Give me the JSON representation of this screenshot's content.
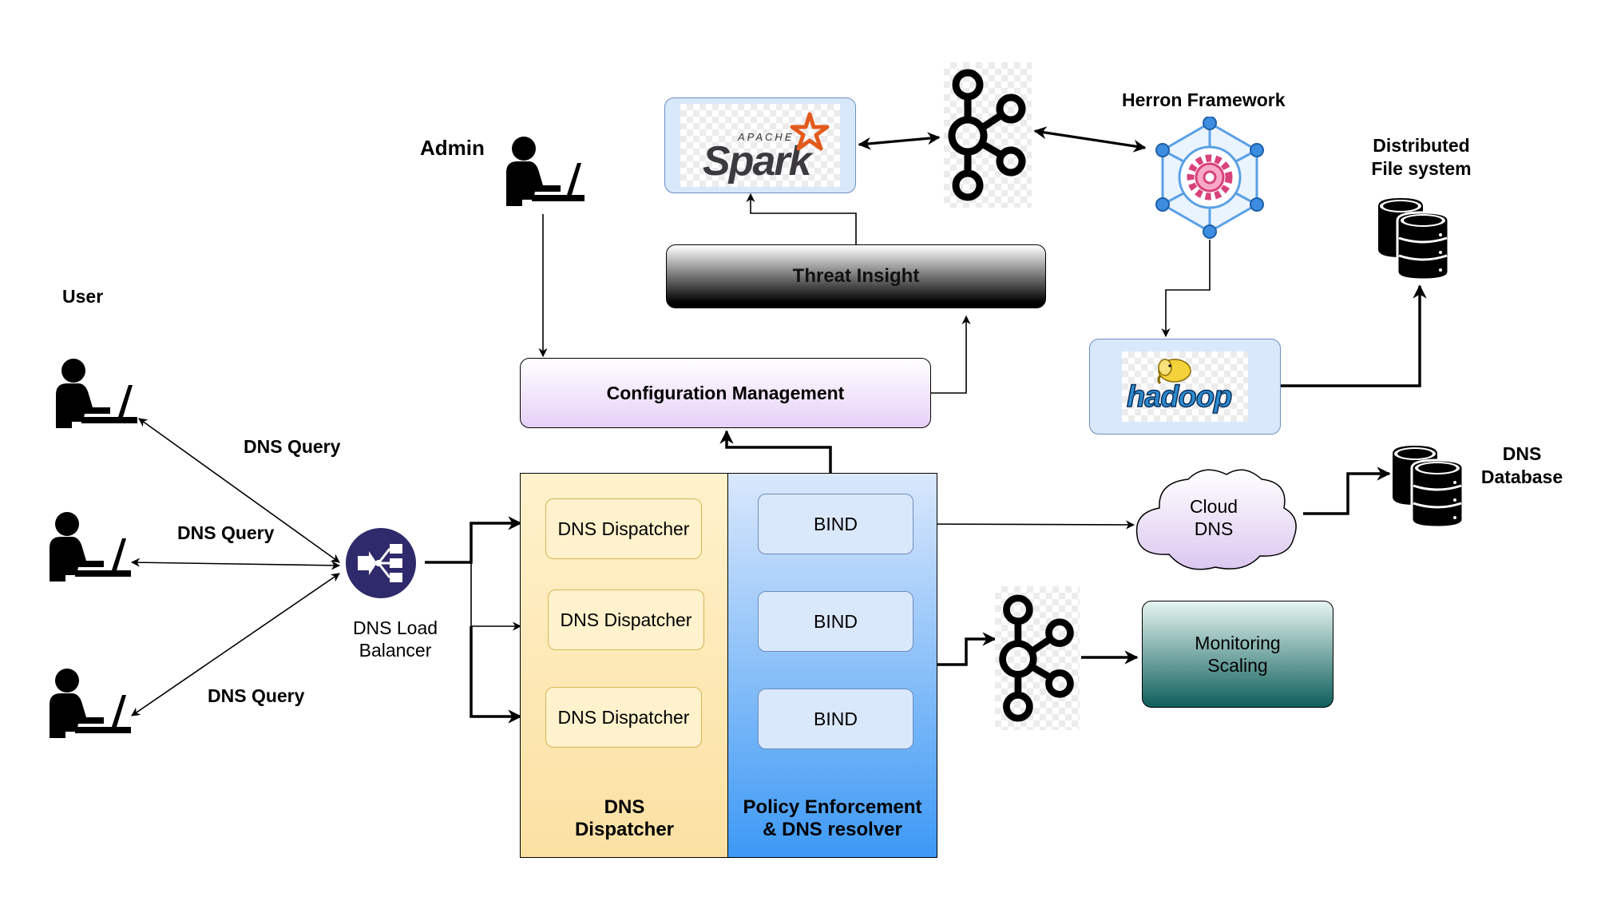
{
  "labels": {
    "user": "User",
    "admin": "Admin",
    "dns_query_1": "DNS Query",
    "dns_query_2": "DNS Query",
    "dns_query_3": "DNS Query",
    "load_balancer_line1": "DNS Load",
    "load_balancer_line2": "Balancer",
    "herron": "Herron Framework",
    "dfs_line1": "Distributed",
    "dfs_line2": "File system",
    "dns_db_line1": "DNS",
    "dns_db_line2": "Database"
  },
  "boxes": {
    "config": "Configuration Management",
    "threat": "Threat Insight",
    "cloud_line1": "Cloud",
    "cloud_line2": "DNS",
    "monitoring_line1": "Monitoring",
    "monitoring_line2": "Scaling"
  },
  "dispatcher_panel": {
    "title_line1": "DNS",
    "title_line2": "Dispatcher",
    "items": [
      "DNS Dispatcher",
      "DNS Dispatcher",
      "DNS Dispatcher"
    ]
  },
  "resolver_panel": {
    "title_line1": "Policy Enforcement",
    "title_line2": "& DNS resolver",
    "items": [
      "BIND",
      "BIND",
      "BIND"
    ]
  },
  "logos": {
    "spark_apache": "APACHE",
    "spark_name": "Spark",
    "hadoop": "hadoop"
  },
  "icons": [
    "user-laptop-icon",
    "kafka-icon",
    "herron-hexagon-icon",
    "database-icon",
    "load-balancer-icon",
    "cloud-icon"
  ],
  "colors": {
    "dispatcher_top": "#fff2cc",
    "dispatcher_bottom": "#fbe0a2",
    "resolver_top": "#dae8fc",
    "resolver_bottom": "#3d99f5",
    "config_fill": "#efe2fa",
    "threat_top": "#ffffff",
    "threat_bottom": "#000000",
    "monitoring_top": "#dcf0ec",
    "monitoring_bottom": "#0e5f5c",
    "hadoop_box": "#dae8fc",
    "lb_circle": "#2e2a6b",
    "spark_orange": "#e25a1c",
    "hadoop_yellow": "#f3d23c",
    "hadoop_blue": "#2d8bd0"
  }
}
